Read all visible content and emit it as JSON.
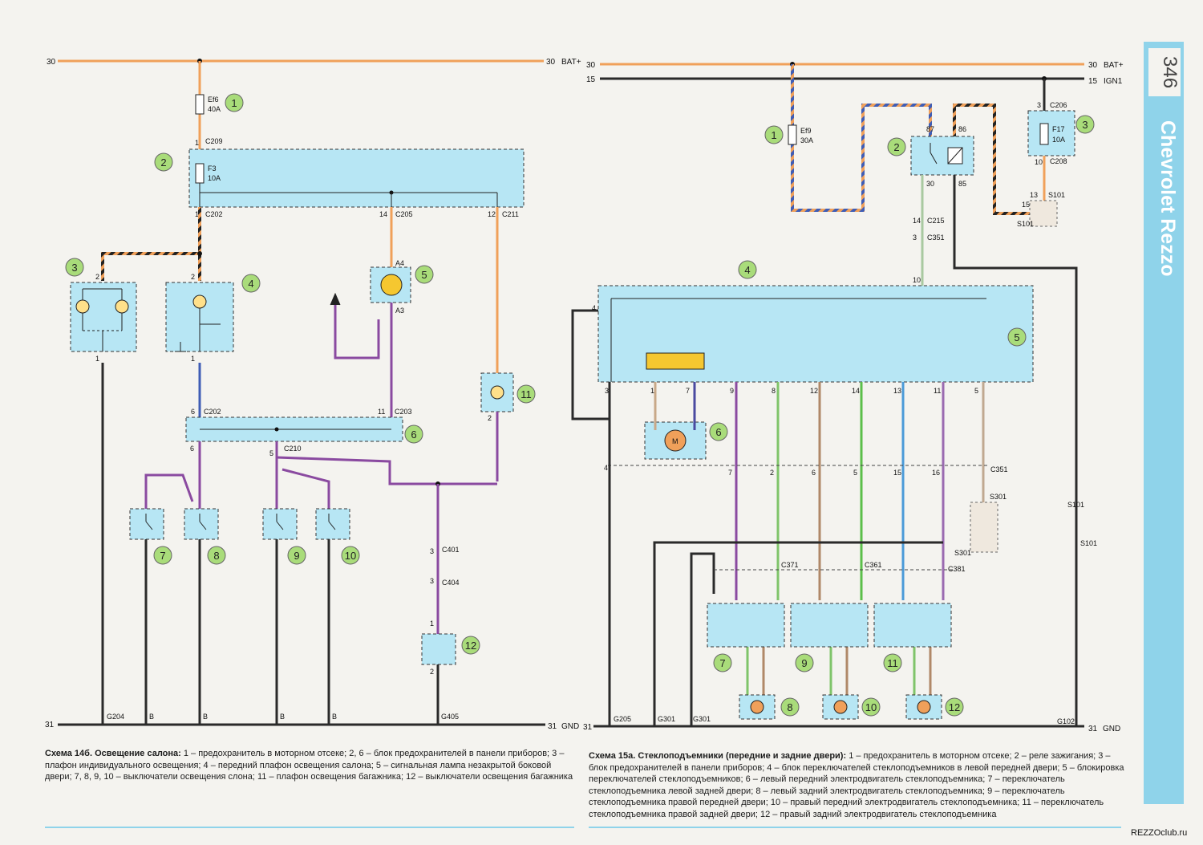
{
  "page": {
    "number": "346",
    "brand": "Chevrolet Rezzo",
    "watermark": "REZZOclub.ru"
  },
  "colors": {
    "bat": "#f0a05a",
    "wire_dark": "#2a2a2a",
    "block_fill": "#b7e6f4",
    "block_border": "#333333",
    "tab": "#8fd3ea"
  },
  "left": {
    "rails": {
      "top_left": "30",
      "top_right": "30",
      "top_right_name": "BAT+",
      "bottom_left": "31",
      "bottom_right": "31",
      "bottom_right_name": "GND"
    },
    "fuse_ef6": {
      "name": "Ef6",
      "rating": "40A"
    },
    "fuse_f3": {
      "name": "F3",
      "rating": "10A"
    },
    "connectors": {
      "c209": "C209",
      "c202": "C202",
      "c205": "C205",
      "c211": "C211",
      "c202b": "C202",
      "c203": "C203",
      "c210": "C210",
      "c401": "C401",
      "c404": "C404"
    },
    "pins": {
      "p1": "1",
      "p1b": "1",
      "p14": "14",
      "p12": "12",
      "p6": "6",
      "p11": "11",
      "p6b": "6",
      "p5": "5",
      "p2a": "2",
      "p2b": "2",
      "p1c": "1",
      "p1d": "1",
      "p1e": "1",
      "p2c": "2",
      "p3a": "3",
      "p3b": "3",
      "p1f": "1",
      "p2d": "2",
      "a4": "A4",
      "a3": "A3"
    },
    "grounds": {
      "g204": "G204",
      "b1": "B",
      "b2": "B",
      "b3": "B",
      "b4": "B",
      "g405": "G405"
    },
    "callouts": [
      "1",
      "2",
      "3",
      "4",
      "5",
      "6",
      "7",
      "8",
      "9",
      "10",
      "11",
      "12"
    ]
  },
  "right": {
    "rails": {
      "r30_left": "30",
      "r15_left": "15",
      "r30_right": "30",
      "r30_right_name": "BAT+",
      "r15_right": "15",
      "r15_right_name": "IGN1",
      "bottom_left": "31",
      "bottom_right": "31",
      "bottom_right_name": "GND"
    },
    "fuse_ef9": {
      "name": "Ef9",
      "rating": "30A"
    },
    "fuse_f17": {
      "name": "F17",
      "rating": "10A"
    },
    "relay_pins": {
      "p87": "87",
      "p86": "86",
      "p30": "30",
      "p85": "85"
    },
    "connectors": {
      "c206": "C206",
      "c208": "C208",
      "s101a": "S101",
      "s101b": "S101",
      "c215": "C215",
      "c351": "C351",
      "c351b": "C351",
      "s301a": "S301",
      "s301b": "S301",
      "c371": "C371",
      "c361": "C361",
      "c381": "C381",
      "s101c": "S101",
      "s101d": "S101"
    },
    "pins": {
      "p3": "3",
      "p10": "10",
      "p13": "13",
      "p15": "15",
      "p14": "14",
      "p3b": "3",
      "p10b": "10",
      "p4": "4",
      "bottom_row": [
        "3",
        "1",
        "7",
        "9",
        "8",
        "12",
        "14",
        "13",
        "11",
        "5"
      ],
      "c351_row": [
        "4",
        "7",
        "2",
        "6",
        "5",
        "15",
        "16"
      ]
    },
    "grounds": {
      "g205": "G205",
      "g301a": "G301",
      "g301b": "G301",
      "g102": "G102"
    },
    "callouts": [
      "1",
      "2",
      "3",
      "4",
      "5",
      "6",
      "7",
      "8",
      "9",
      "10",
      "11",
      "12"
    ]
  },
  "captions": {
    "left_title": "Схема 14б. Освещение салона:",
    "left_text": " 1 – предохранитель в моторном отсеке; 2, 6 – блок предохранителей в панели приборов; 3 – плафон индивидуального освещения; 4 – передний плафон освещения салона; 5 – сигнальная лампа незакрытой боковой двери; 7, 8, 9, 10 – выключатели освещения слона; 11 – плафон освещения багажника; 12 – выключатели освещения багажника",
    "right_title": "Схема 15а. Стеклоподъемники (передние и задние двери):",
    "right_text": " 1 – предохранитель в моторном отсеке; 2 – реле зажигания; 3 – блок предохранителей в панели приборов; 4 – блок переключателей стеклоподъемников в левой передней двери; 5 – блокировка переключателей стеклоподъемников; 6 – левый передний электродвигатель стеклоподъемника; 7 – переключатель стеклоподъемника левой задней двери; 8 – левый задний электродвигатель стеклоподъемника; 9 – переключатель стеклоподъемника правой передней двери; 10 – правый передний электродвигатель стеклоподъемника; 11 – переключатель стеклоподъемника правой задней двери; 12 – правый задний электродвигатель стеклоподъемника"
  }
}
